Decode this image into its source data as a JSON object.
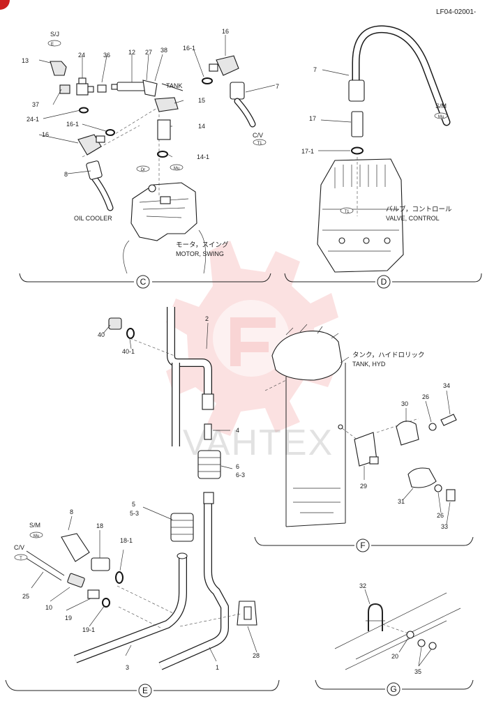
{
  "doc_code": "LF04-02001-",
  "sections": {
    "c": "C",
    "d": "D",
    "e": "E",
    "f": "F",
    "g": "G"
  },
  "watermark": "VAHTEX",
  "text_labels": {
    "sj": "S/J",
    "sm": "S/M",
    "cv": "C/V",
    "tank": "TANK",
    "oil_cooler": "OIL COOLER",
    "motor_jp": "モータ，スイング",
    "motor_en": "MOTOR, SWING",
    "valve_jp": "バルブ，コントロール",
    "valve_en": "VALVE, CONTROL",
    "tank_jp": "タンク，ハイドロリック",
    "tank_en": "TANK, HYD"
  },
  "tags": {
    "e": "E",
    "t1": "T1",
    "dr": "Dr",
    "mu": "Mu",
    "t": "T"
  },
  "part_numbers": {
    "p13": "13",
    "p24": "24",
    "p36": "36",
    "p12": "12",
    "p27": "27",
    "p38": "38",
    "p16_1a": "16-1",
    "p16a": "16",
    "p37": "37",
    "p7a": "7",
    "p15": "15",
    "p24_1": "24-1",
    "p16_1b": "16-1",
    "p14": "14",
    "p14_1": "14-1",
    "p16b": "16",
    "p8a": "8",
    "p7b": "7",
    "p17": "17",
    "p17_1": "17-1",
    "p2": "2",
    "p40": "40",
    "p40_1": "40-1",
    "p4": "4",
    "p6": "6",
    "p6_3": "6-3",
    "p5": "5",
    "p5_3": "5-3",
    "p34": "34",
    "p26a": "26",
    "p30": "30",
    "p29": "29",
    "p31": "31",
    "p26b": "26",
    "p33": "33",
    "p8b": "8",
    "p18": "18",
    "p18_1": "18-1",
    "p25": "25",
    "p10": "10",
    "p19": "19",
    "p19_1": "19-1",
    "p3": "3",
    "p1": "1",
    "p28": "28",
    "p32": "32",
    "p20": "20",
    "p35": "35"
  },
  "colors": {
    "line": "#222222",
    "watermark": "#e85a5a",
    "corner_mark": "#cc1f1f"
  }
}
